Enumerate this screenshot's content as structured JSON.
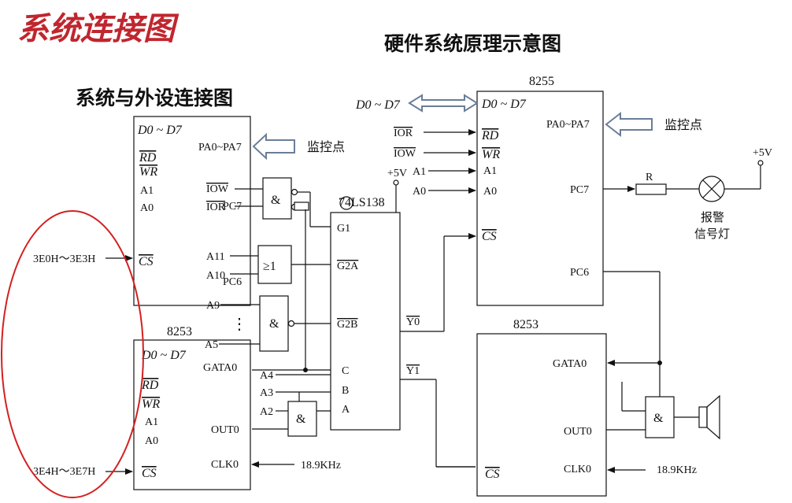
{
  "titles": {
    "main": "系统连接图",
    "principle": "硬件系统原理示意图",
    "connection": "系统与外设连接图"
  },
  "colors": {
    "title_red": "#c0262e",
    "ellipse_red": "#d42020",
    "ink": "#111111",
    "arrow_fill": "#ffffff",
    "arrow_stroke": "#6a7d99"
  },
  "left_8255": {
    "data_pins": "D0 ~ D7",
    "rd": "RD",
    "wr": "WR",
    "a1": "A1",
    "a0": "A0",
    "cs": "CS",
    "pa_port": "PA0~PA7",
    "pc7": "PC7",
    "pc6": "PC6",
    "monitor_label": "监控点"
  },
  "left_8253": {
    "title": "8253",
    "data_pins": "D0 ~ D7",
    "rd": "RD",
    "wr": "WR",
    "a1": "A1",
    "a0": "A0",
    "cs": "CS",
    "gata0": "GATA0",
    "out0": "OUT0",
    "clk0": "CLK0"
  },
  "addresses": {
    "range_8255": "3E0H～3E3H",
    "range_8253": "3E4H～3E7H"
  },
  "bus_signals": {
    "iow": "IOW",
    "ior": "IOR",
    "a11": "A11",
    "a10": "A10",
    "a9": "A9",
    "a5": "A5",
    "a4": "A4",
    "a3": "A3",
    "a2": "A2",
    "dots": "⋮"
  },
  "gates": {
    "and": "&",
    "or_ge1": "≥1"
  },
  "decoder": {
    "name": "74LS138",
    "vcc": "+5V",
    "g1": "G1",
    "g2a": "G2A",
    "g2b": "G2B",
    "c": "C",
    "b": "B",
    "a": "A",
    "y0": "Y0",
    "y1": "Y1"
  },
  "right_8255": {
    "title": "8255",
    "data_pins": "D0 ~ D7",
    "rd": "RD",
    "wr": "WR",
    "a1": "A1",
    "a0": "A0",
    "cs": "CS",
    "pa_port": "PA0~PA7",
    "pc7": "PC7",
    "pc6": "PC6",
    "monitor_label": "监控点",
    "ext_data": "D0 ~ D7",
    "ext_ior": "IOR",
    "ext_iow": "IOW",
    "ext_a1": "A1",
    "ext_a0": "A0"
  },
  "right_8253": {
    "title": "8253",
    "gata0": "GATA0",
    "out0": "OUT0",
    "clk0": "CLK0",
    "cs": "CS"
  },
  "alarm": {
    "supply": "+5V",
    "resistor": "R",
    "lamp_line1": "报警",
    "lamp_line2": "信号灯"
  },
  "clock": {
    "left_freq": "18.9KHz",
    "right_freq": "18.9KHz"
  }
}
